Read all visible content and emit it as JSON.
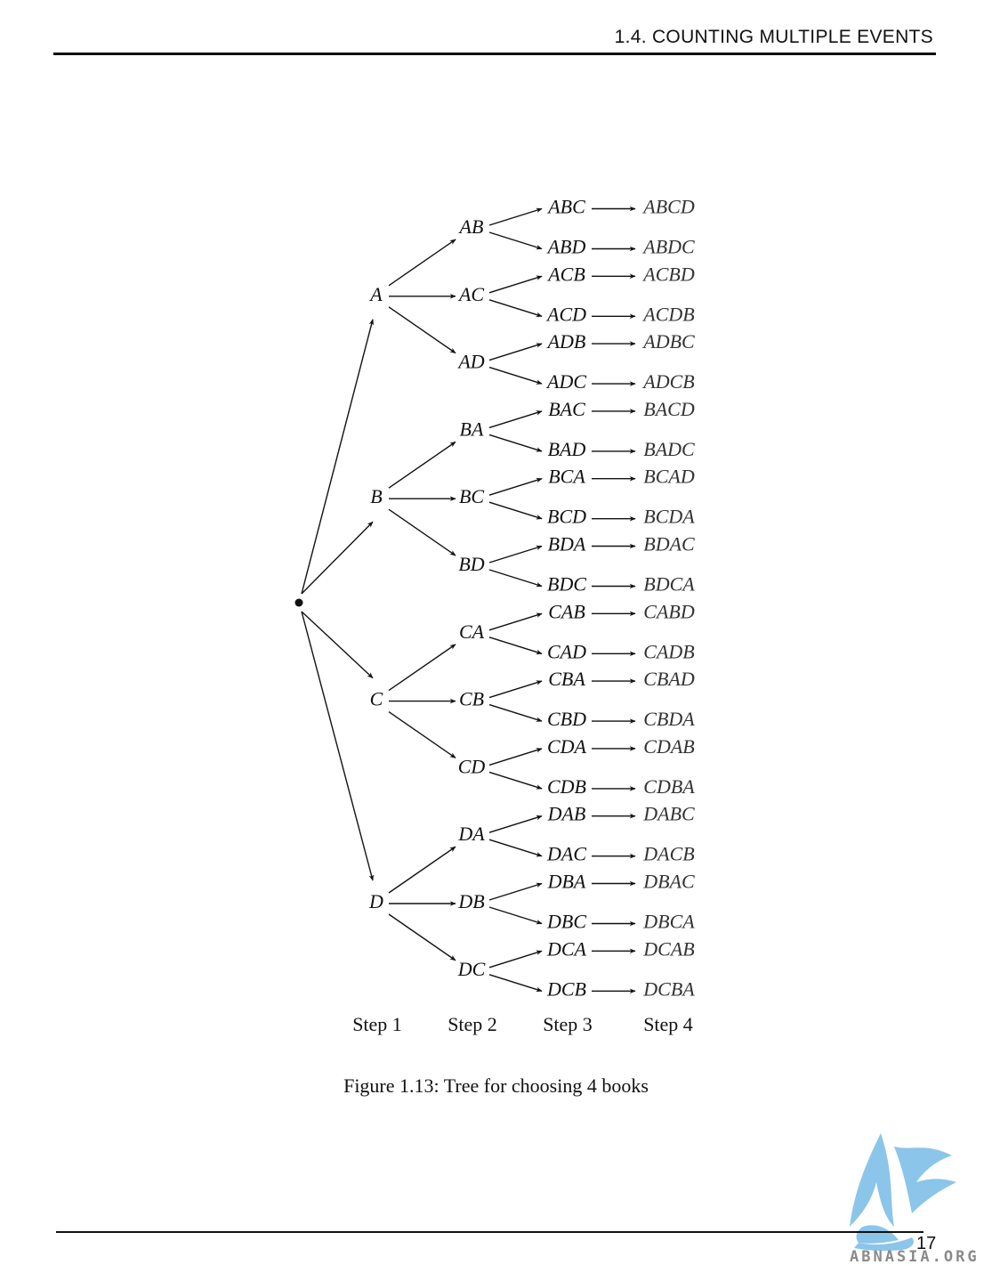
{
  "header": {
    "running_head": "1.4.  COUNTING MULTIPLE EVENTS"
  },
  "page_number": "17",
  "figure": {
    "caption": "Figure 1.13: Tree for choosing 4 books",
    "steps": [
      "Step 1",
      "Step 2",
      "Step 3",
      "Step 4"
    ],
    "tree": [
      {
        "label": "A",
        "children": [
          {
            "label": "AB",
            "children": [
              {
                "label": "ABC",
                "leaf": "ABCD"
              },
              {
                "label": "ABD",
                "leaf": "ABDC"
              }
            ]
          },
          {
            "label": "AC",
            "children": [
              {
                "label": "ACB",
                "leaf": "ACBD"
              },
              {
                "label": "ACD",
                "leaf": "ACDB"
              }
            ]
          },
          {
            "label": "AD",
            "children": [
              {
                "label": "ADB",
                "leaf": "ADBC"
              },
              {
                "label": "ADC",
                "leaf": "ADCB"
              }
            ]
          }
        ]
      },
      {
        "label": "B",
        "children": [
          {
            "label": "BA",
            "children": [
              {
                "label": "BAC",
                "leaf": "BACD"
              },
              {
                "label": "BAD",
                "leaf": "BADC"
              }
            ]
          },
          {
            "label": "BC",
            "children": [
              {
                "label": "BCA",
                "leaf": "BCAD"
              },
              {
                "label": "BCD",
                "leaf": "BCDA"
              }
            ]
          },
          {
            "label": "BD",
            "children": [
              {
                "label": "BDA",
                "leaf": "BDAC"
              },
              {
                "label": "BDC",
                "leaf": "BDCA"
              }
            ]
          }
        ]
      },
      {
        "label": "C",
        "children": [
          {
            "label": "CA",
            "children": [
              {
                "label": "CAB",
                "leaf": "CABD"
              },
              {
                "label": "CAD",
                "leaf": "CADB"
              }
            ]
          },
          {
            "label": "CB",
            "children": [
              {
                "label": "CBA",
                "leaf": "CBAD"
              },
              {
                "label": "CBD",
                "leaf": "CBDA"
              }
            ]
          },
          {
            "label": "CD",
            "children": [
              {
                "label": "CDA",
                "leaf": "CDAB"
              },
              {
                "label": "CDB",
                "leaf": "CDBA"
              }
            ]
          }
        ]
      },
      {
        "label": "D",
        "children": [
          {
            "label": "DA",
            "children": [
              {
                "label": "DAB",
                "leaf": "DABC"
              },
              {
                "label": "DAC",
                "leaf": "DACB"
              }
            ]
          },
          {
            "label": "DB",
            "children": [
              {
                "label": "DBA",
                "leaf": "DBAC"
              },
              {
                "label": "DBC",
                "leaf": "DBCA"
              }
            ]
          },
          {
            "label": "DC",
            "children": [
              {
                "label": "DCA",
                "leaf": "DCAB"
              },
              {
                "label": "DCB",
                "leaf": "DCBA"
              }
            ]
          }
        ]
      }
    ]
  },
  "watermark": {
    "text": "ABNASIA.ORG",
    "color": "#6fb3e0"
  }
}
